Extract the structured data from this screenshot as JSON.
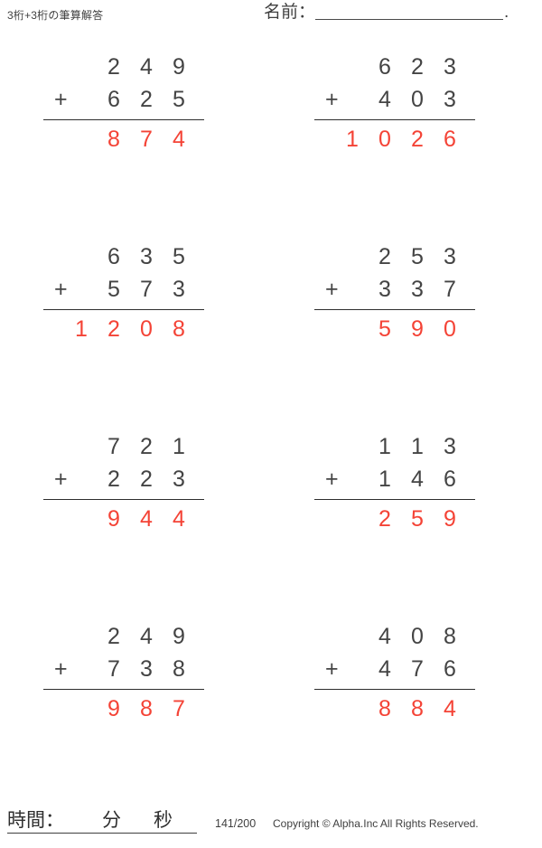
{
  "header": {
    "worksheet_title": "3桁+3桁の筆算解答",
    "name_label": "名前：",
    "name_value": "",
    "name_trailing_dot": "."
  },
  "operator": "+",
  "problems": [
    {
      "addend1": "249",
      "addend2": "625",
      "sum": "874"
    },
    {
      "addend1": "623",
      "addend2": "403",
      "sum": "1026"
    },
    {
      "addend1": "635",
      "addend2": "573",
      "sum": "1208"
    },
    {
      "addend1": "253",
      "addend2": "337",
      "sum": "590"
    },
    {
      "addend1": "721",
      "addend2": "223",
      "sum": "944"
    },
    {
      "addend1": "113",
      "addend2": "146",
      "sum": "259"
    },
    {
      "addend1": "249",
      "addend2": "738",
      "sum": "987"
    },
    {
      "addend1": "408",
      "addend2": "476",
      "sum": "884"
    }
  ],
  "footer": {
    "time_label": "時間：",
    "minutes_value": "",
    "minutes_unit": "分",
    "seconds_value": "",
    "seconds_unit": "秒",
    "page_counter": "141/200",
    "copyright": "Copyright © Alpha.Inc All Rights Reserved."
  },
  "colors": {
    "problem_digit": "#444444",
    "answer_digit": "#f44336",
    "rule": "#2e2e2e",
    "text": "#3f3f3f",
    "background": "#ffffff"
  }
}
